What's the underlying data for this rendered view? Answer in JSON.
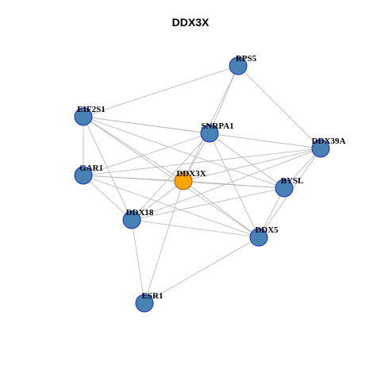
{
  "title": "DDX3X",
  "colors": {
    "node_fill": "#4682B4",
    "node_stroke": "#1C28D0",
    "center_fill": "#FFA500",
    "center_stroke": "#A0522D",
    "edge": "#B4B4B4"
  },
  "nodes": [
    {
      "id": "DDX3X",
      "label": "DDX3X",
      "center": true
    },
    {
      "id": "RPS5",
      "label": "RPS5"
    },
    {
      "id": "EIF2S1",
      "label": "EIF2S1"
    },
    {
      "id": "SNRPA1",
      "label": "SNRPA1"
    },
    {
      "id": "DDX39A",
      "label": "DDX39A"
    },
    {
      "id": "GAR1",
      "label": "GAR1"
    },
    {
      "id": "BYSL",
      "label": "BYSL"
    },
    {
      "id": "DDX18",
      "label": "DDX18"
    },
    {
      "id": "DDX5",
      "label": "DDX5"
    },
    {
      "id": "ESR1",
      "label": "ESR1"
    }
  ],
  "edges": [
    [
      "DDX3X",
      "RPS5"
    ],
    [
      "DDX3X",
      "EIF2S1"
    ],
    [
      "DDX3X",
      "SNRPA1"
    ],
    [
      "DDX3X",
      "DDX39A"
    ],
    [
      "DDX3X",
      "GAR1"
    ],
    [
      "DDX3X",
      "BYSL"
    ],
    [
      "DDX3X",
      "DDX18"
    ],
    [
      "DDX3X",
      "DDX5"
    ],
    [
      "DDX3X",
      "ESR1"
    ],
    [
      "RPS5",
      "EIF2S1"
    ],
    [
      "RPS5",
      "SNRPA1"
    ],
    [
      "RPS5",
      "DDX39A"
    ],
    [
      "EIF2S1",
      "GAR1"
    ],
    [
      "EIF2S1",
      "SNRPA1"
    ],
    [
      "EIF2S1",
      "DDX39A"
    ],
    [
      "EIF2S1",
      "BYSL"
    ],
    [
      "EIF2S1",
      "DDX18"
    ],
    [
      "EIF2S1",
      "DDX5"
    ],
    [
      "SNRPA1",
      "GAR1"
    ],
    [
      "SNRPA1",
      "DDX18"
    ],
    [
      "SNRPA1",
      "BYSL"
    ],
    [
      "SNRPA1",
      "DDX5"
    ],
    [
      "DDX39A",
      "GAR1"
    ],
    [
      "DDX39A",
      "DDX18"
    ],
    [
      "DDX39A",
      "BYSL"
    ],
    [
      "DDX39A",
      "DDX5"
    ],
    [
      "GAR1",
      "BYSL"
    ],
    [
      "GAR1",
      "DDX5"
    ],
    [
      "GAR1",
      "DDX18"
    ],
    [
      "BYSL",
      "DDX18"
    ],
    [
      "BYSL",
      "DDX5"
    ],
    [
      "DDX18",
      "DDX5"
    ],
    [
      "DDX18",
      "ESR1"
    ],
    [
      "DDX5",
      "ESR1"
    ]
  ]
}
